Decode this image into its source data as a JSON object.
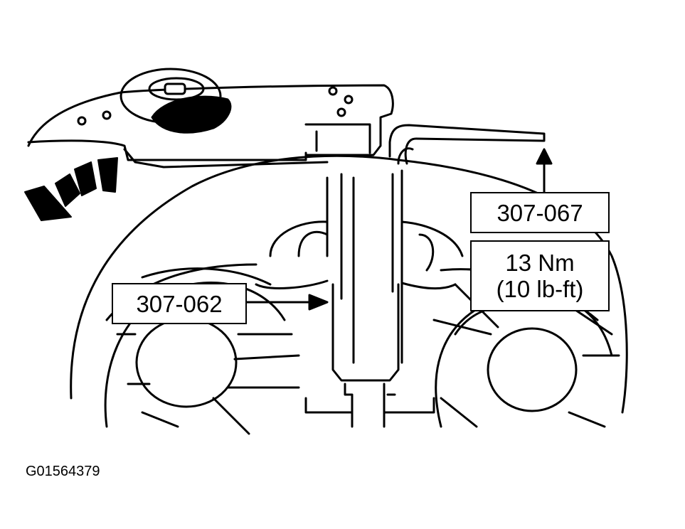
{
  "labels": {
    "tool_a": "307-067",
    "tool_b": "307-062",
    "torque_line1": "13 Nm",
    "torque_line2": "(10 lb-ft)"
  },
  "figure_id": "G01564379",
  "colors": {
    "ink": "#000000",
    "paper": "#ffffff"
  }
}
